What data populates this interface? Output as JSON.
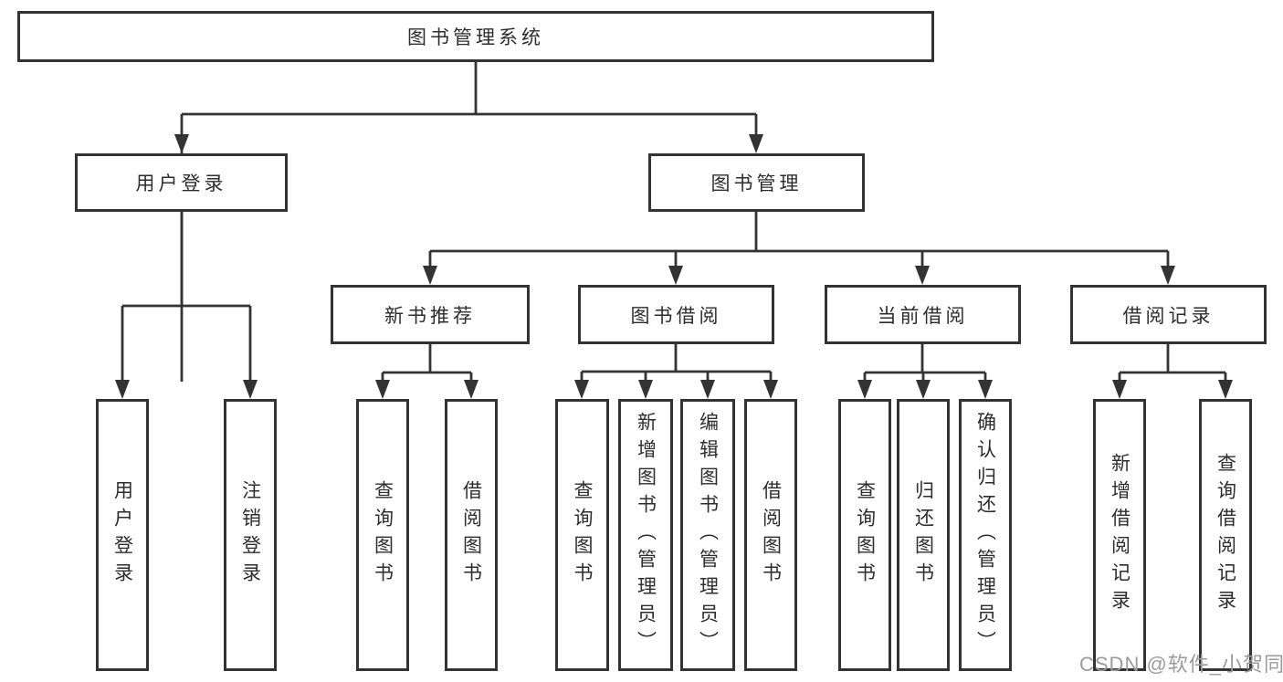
{
  "diagram_type": "hierarchy-tree",
  "tree": {
    "label": "图书管理系统",
    "children": [
      {
        "label": "用户登录",
        "children": [
          {
            "label": "用户登录"
          },
          {
            "label": "注销登录"
          }
        ]
      },
      {
        "label": "图书管理",
        "children": [
          {
            "label": "新书推荐",
            "children": [
              {
                "label": "查询图书"
              },
              {
                "label": "借阅图书"
              }
            ]
          },
          {
            "label": "图书借阅",
            "children": [
              {
                "label": "查询图书"
              },
              {
                "label": "新增图书（管理员）"
              },
              {
                "label": "编辑图书（管理员）"
              },
              {
                "label": "借阅图书"
              }
            ]
          },
          {
            "label": "当前借阅",
            "children": [
              {
                "label": "查询图书"
              },
              {
                "label": "归还图书"
              },
              {
                "label": "确认归还（管理员）"
              }
            ]
          },
          {
            "label": "借阅记录",
            "children": [
              {
                "label": "新增借阅记录"
              },
              {
                "label": "查询借阅记录"
              }
            ]
          }
        ]
      }
    ]
  },
  "watermark": {
    "text": "CSDN @软件_小贺同学"
  },
  "colors": {
    "line": "#333333",
    "border": "#333333",
    "text": "#2d2d2d",
    "watermark": "#9b9b9b",
    "background": "#ffffff"
  }
}
